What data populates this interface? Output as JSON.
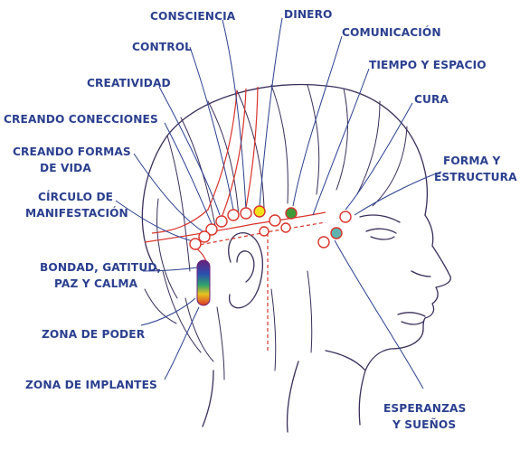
{
  "labels": {
    "consciencia": "CONSCIENCIA",
    "dinero": "DINERO",
    "control": "CONTROL",
    "comunicacion": "COMUNICACIÓN",
    "tiempo": "TIEMPO Y ESPACIO",
    "creatividad": "CREATIVIDAD",
    "cura": "CURA",
    "creando_conecciones": "CREANDO CONECCIONES",
    "creando_formas_1": "CREANDO FORMAS",
    "creando_formas_2": "DE VIDA",
    "forma_1": "FORMA Y",
    "forma_2": "ESTRUCTURA",
    "circulo_1": "CÍRCULO DE",
    "circulo_2": "MANIFESTACIÓN",
    "bondad_1": "BONDAD, GATITUD,",
    "bondad_2": "PAZ Y CALMA",
    "zona_poder": "ZONA DE PODER",
    "zona_implantes": "ZONA DE IMPLANTES",
    "esperanzas_1": "ESPERANZAS",
    "esperanzas_2": "Y SUEÑOS"
  },
  "colors": {
    "label": "#2b3f8f",
    "outline": "#3a2f5a",
    "energy_line": "#d9342b",
    "node_yellow": "#f2e21a",
    "node_green": "#3f9a3a",
    "node_teal": "#5fb4b0"
  }
}
